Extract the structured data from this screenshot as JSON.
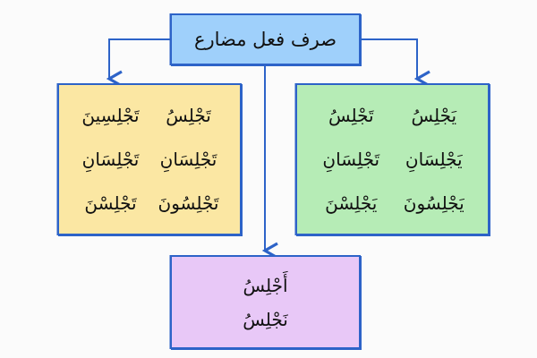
{
  "title": "صرف فعل مضارع",
  "right_box": {
    "items": [
      "يَجْلِسُ",
      "تَجْلِسُ",
      "يَجْلِسَانِ",
      "تَجْلِسَانِ",
      "يَجْلِسُونَ",
      "يَجْلِسْنَ"
    ]
  },
  "left_box": {
    "items": [
      "تَجْلِسُ",
      "تَجْلِسِينَ",
      "تَجْلِسَانِ",
      "تَجْلِسَانِ",
      "تَجْلِسُونَ",
      "تَجْلِسْنَ"
    ]
  },
  "bottom_box": {
    "items": [
      "أَجْلِسُ",
      "نَجْلِسُ"
    ]
  },
  "colors": {
    "title_box": "#9fd0fb",
    "right_box": "#b6ecb6",
    "left_box": "#fbe7a3",
    "bottom_box": "#e8c8f7",
    "border": "#2d63c8"
  },
  "icons": [
    "arrow-left-down",
    "arrow-right-down",
    "arrow-down"
  ]
}
